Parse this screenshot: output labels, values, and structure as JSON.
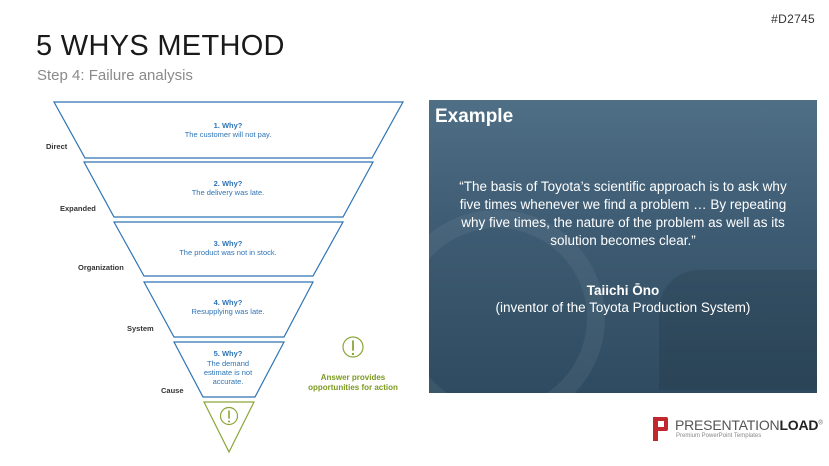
{
  "code": "#D2745",
  "title": "5 WHYS METHOD",
  "subtitle": "Step 4: Failure analysis",
  "funnel": {
    "levels": [
      {
        "label": "Direct",
        "head": "1. Why?",
        "lines": [
          "The customer will not pay."
        ]
      },
      {
        "label": "Expanded",
        "head": "2. Why?",
        "lines": [
          "The delivery was late."
        ]
      },
      {
        "label": "Organization",
        "head": "3. Why?",
        "lines": [
          "The product was not in stock."
        ]
      },
      {
        "label": "System",
        "head": "4. Why?",
        "lines": [
          "Resupplying was late."
        ]
      },
      {
        "label": "Cause",
        "head": "5. Why?",
        "lines": [
          "The demand",
          "estimate is not",
          "accurate."
        ]
      }
    ],
    "answer": [
      "Answer provides",
      "opportunities for action"
    ],
    "icon": "exclamation-icon",
    "colors": {
      "outline": "#2e74b5",
      "accent": "#8aa63a"
    }
  },
  "example": {
    "title": "Example",
    "quote": "“The basis of Toyota’s scientific approach is to ask why five times whenever we find a problem … By repeating why five times, the nature of the problem as well as its solution becomes clear.”",
    "author": "Taiichi Ōno",
    "role": "(inventor of the Toyota Production System)"
  },
  "logo": {
    "brand_light": "PRESENTATION",
    "brand_bold": "LOAD",
    "reg": "®",
    "tagline": "Premium PowerPoint Templates",
    "color": "#c0282d"
  }
}
